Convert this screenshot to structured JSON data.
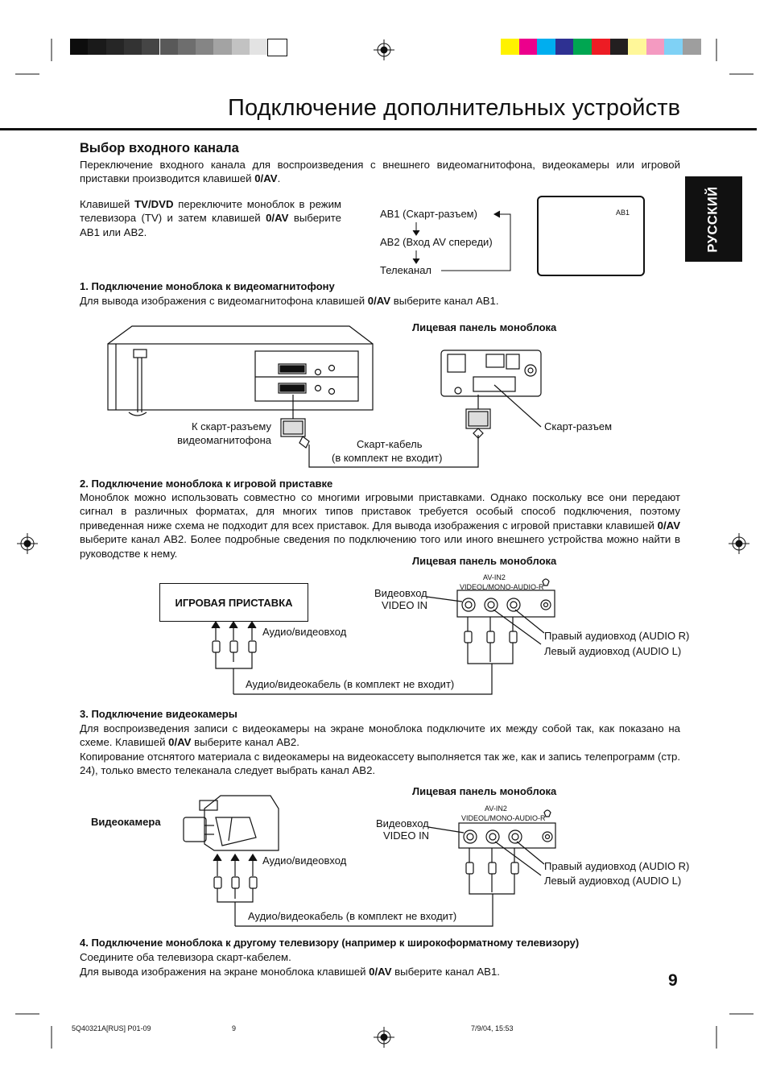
{
  "header": {
    "title": "Подключение дополнительных устройств",
    "language_tab": "РУССКИЙ",
    "grayscale_swatches": [
      "#0d0d0d",
      "#1a1a1a",
      "#262626",
      "#333333",
      "#454545",
      "#595959",
      "#6e6e6e",
      "#858585",
      "#a3a3a3",
      "#c2c2c2",
      "#e3e3e3",
      "#ffffff"
    ],
    "color_swatches": [
      "#fff200",
      "#ec008c",
      "#00aeef",
      "#2e3192",
      "#00a651",
      "#ed1c24",
      "#231f20",
      "#fff799",
      "#f49ac1",
      "#7fd1f5",
      "#9e9e9e"
    ]
  },
  "section": {
    "heading": "Выбор входного канала",
    "intro_pre": "Переключение входного канала для воспроизведения с внешнего видеомагнитофона, видеокамеры или игровой приставки производится клавишей ",
    "intro_key": "0/AV",
    "intro_post": ".",
    "switch_text_1": "Клавишей ",
    "switch_key_1": "TV/DVD",
    "switch_text_2": " переключите моноблок в режим телевизора (TV) и затем клавишей ",
    "switch_key_2": "0/AV",
    "switch_text_3": " выберите АВ1 или АВ2.",
    "cycle": {
      "item1": "АВ1 (Скарт-разъем)",
      "item2": "АВ2 (Вход AV спереди)",
      "item3": "Телеканал"
    },
    "screen_osd": "AB1"
  },
  "step1": {
    "heading": "1. Подключение моноблока к видеомагнитофону",
    "text_pre": "Для вывода изображения с видеомагнитофона клавишей ",
    "key": "0/AV",
    "text_post": " выберите канал АВ1.",
    "front_panel": "Лицевая панель моноблока",
    "vcr_scart_1": "К скарт-разъему",
    "vcr_scart_2": "видеомагнитофона",
    "cable_1": "Скарт-кабель",
    "cable_2": "(в комплект не входит)",
    "scart": "Скарт-разъем"
  },
  "step2": {
    "heading": "2. Подключение моноблока к игровой приставке",
    "text_1": "Моноблок можно использовать совместно со многими игровыми приставками. Однако поскольку все они передают сигнал в различных форматах, для многих типов приставок требуется особый способ подключения, поэтому приведенная ниже схема не подходит для всех приставок. Для вывода изображения с игровой приставки клавишей ",
    "key": "0/AV",
    "text_2": " выберите канал АВ2. Более подробные сведения по подключению того или иного внешнего устройства можно найти в руководстве к нему.",
    "front_panel": "Лицевая панель моноблока",
    "console": "ИГРОВАЯ ПРИСТАВКА",
    "av_input": "Аудио/видеовход",
    "video_in_1": "Видеовход",
    "video_in_2": "VIDEO IN",
    "audio_r": "Правый аудиовход (AUDIO R)",
    "audio_l": "Левый аудиовход (AUDIO L)",
    "cable": "Аудио/видеокабель (в комплект не входит)"
  },
  "step3": {
    "heading": "3. Подключение видеокамеры",
    "text_1": "Для воспроизведения записи с видеокамеры на экране моноблока подключите их между собой так, как показано на схеме. Клавишей ",
    "key": "0/AV",
    "text_2": " выберите канал АВ2.",
    "text_3": "Копирование отснятого материала с видеокамеры на видеокассету выполняется так же, как и запись телепрограмм (стр. 24), только вместо телеканала следует выбрать канал АВ2.",
    "front_panel": "Лицевая панель моноблока",
    "camcorder": "Видеокамера",
    "av_input": "Аудио/видеовход",
    "video_in_1": "Видеовход",
    "video_in_2": "VIDEO IN",
    "audio_r": "Правый аудиовход (AUDIO R)",
    "audio_l": "Левый аудиовход (AUDIO L)",
    "cable": "Аудио/видеокабель (в комплект не входит)"
  },
  "step4": {
    "heading": "4. Подключение моноблока к другому телевизору (например к широкоформатному телевизору)",
    "text_1": "Соедините оба телевизора скарт-кабелем.",
    "text_2_pre": "Для вывода изображения на экране моноблока клавишей ",
    "key": "0/AV",
    "text_2_post": " выберите канал АВ1."
  },
  "panel_labels": {
    "video": "VIDEO",
    "audio": "L/MONO-AUDIO-R",
    "av_in2": "AV-IN2"
  },
  "page_number": "9",
  "footer": {
    "code": "5Q40321A[RUS] P01-09",
    "page": "9",
    "date": "7/9/04, 15:53"
  }
}
